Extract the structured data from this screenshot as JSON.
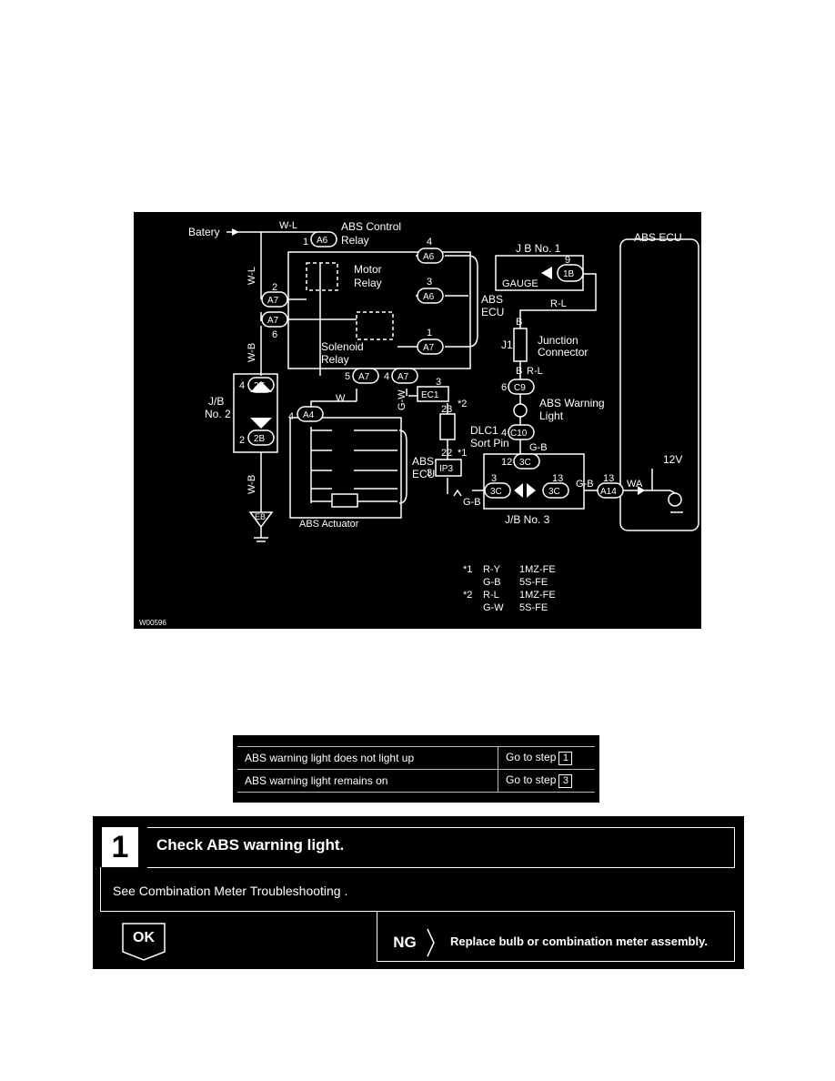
{
  "diagram": {
    "code": "W00596",
    "battery": "Batery",
    "wire_wl": "W-L",
    "wire_wl_v": "W-L",
    "wire_wb": "W-B",
    "wire_wb2": "W-B",
    "wire_w": "W",
    "wire_gw": "G-W",
    "wire_gb_left": "G-B",
    "wire_gb_mid": "G-B",
    "wire_gb_right": "G-B",
    "wire_rl": "R-L",
    "wire_rl2": "R-L",
    "wire_b": "B",
    "wire_b2": "B",
    "wire_wa": "WA",
    "abs_control_relay": [
      "ABS Control",
      "Relay"
    ],
    "motor_relay": [
      "Motor",
      "Relay"
    ],
    "solenoid_relay": [
      "Solenoid",
      "Relay"
    ],
    "abs_ecu_label": [
      "ABS",
      "ECU"
    ],
    "abs_ecu_label2": [
      "ABS",
      "ECU"
    ],
    "abs_ecu_box": "ABS ECU",
    "jb1": "J B No. 1",
    "gauge": "GAUGE",
    "j1": "J1",
    "junction_connector": [
      "Junction",
      "Connector"
    ],
    "abs_warning_light": [
      "ABS Warning",
      "Light"
    ],
    "dlc1": "DLC1",
    "sort_pin": "Sort Pin",
    "jb2": [
      "J/B",
      "No. 2"
    ],
    "jb3": "J/B No. 3",
    "abs_actuator": "ABS Actuator",
    "v12": "12V",
    "connectors": {
      "a6_top": "A6",
      "a6_r1": "A6",
      "a6_r2": "A6",
      "a7_r3": "A7",
      "a7_l1": "A7",
      "a7_l2": "A7",
      "a7_b1": "A7",
      "a7_b2": "A7",
      "a4": "A4",
      "e2": "2E",
      "b2": "2B",
      "eb": "EB",
      "ec1": "EC1",
      "ip3": "IP3",
      "c9": "C9",
      "c10": "C10",
      "b1": "1B",
      "c3_top": "3C",
      "c3_l": "3C",
      "c3_r": "3C",
      "a14": "A14"
    },
    "pins": {
      "p1": "1",
      "p4": "4",
      "p3": "3",
      "p1b": "1",
      "p2": "2",
      "p6": "6",
      "p5": "5",
      "p4b": "4",
      "p3b": "3",
      "p23": "23",
      "p22": "22",
      "p3c": "3",
      "p4c": "4",
      "p4d": "4",
      "p2b": "2",
      "p9": "9",
      "p6b": "6",
      "p4e": "4",
      "p12": "12",
      "p3d": "3",
      "p13": "13",
      "p13b": "13",
      "star2": "*2",
      "star1": "*1"
    },
    "notes": [
      {
        "mark": "*1",
        "wire": "R-Y",
        "engine": "1MZ-FE"
      },
      {
        "mark": "",
        "wire": "G-B",
        "engine": "5S-FE"
      },
      {
        "mark": "*2",
        "wire": "R-L",
        "engine": "1MZ-FE"
      },
      {
        "mark": "",
        "wire": "G-W",
        "engine": "5S-FE"
      }
    ]
  },
  "conditions": [
    {
      "symptom": "ABS warning light does not light up",
      "action": "Go to step",
      "step": "1"
    },
    {
      "symptom": "ABS warning light remains on",
      "action": "Go to step",
      "step": "3"
    }
  ],
  "step1": {
    "number": "1",
    "title": "Check ABS warning light.",
    "description": "See Combination Meter Troubleshooting .",
    "ok_label": "OK",
    "ng_label": "NG",
    "ng_action": "Replace bulb or combination meter assembly."
  }
}
